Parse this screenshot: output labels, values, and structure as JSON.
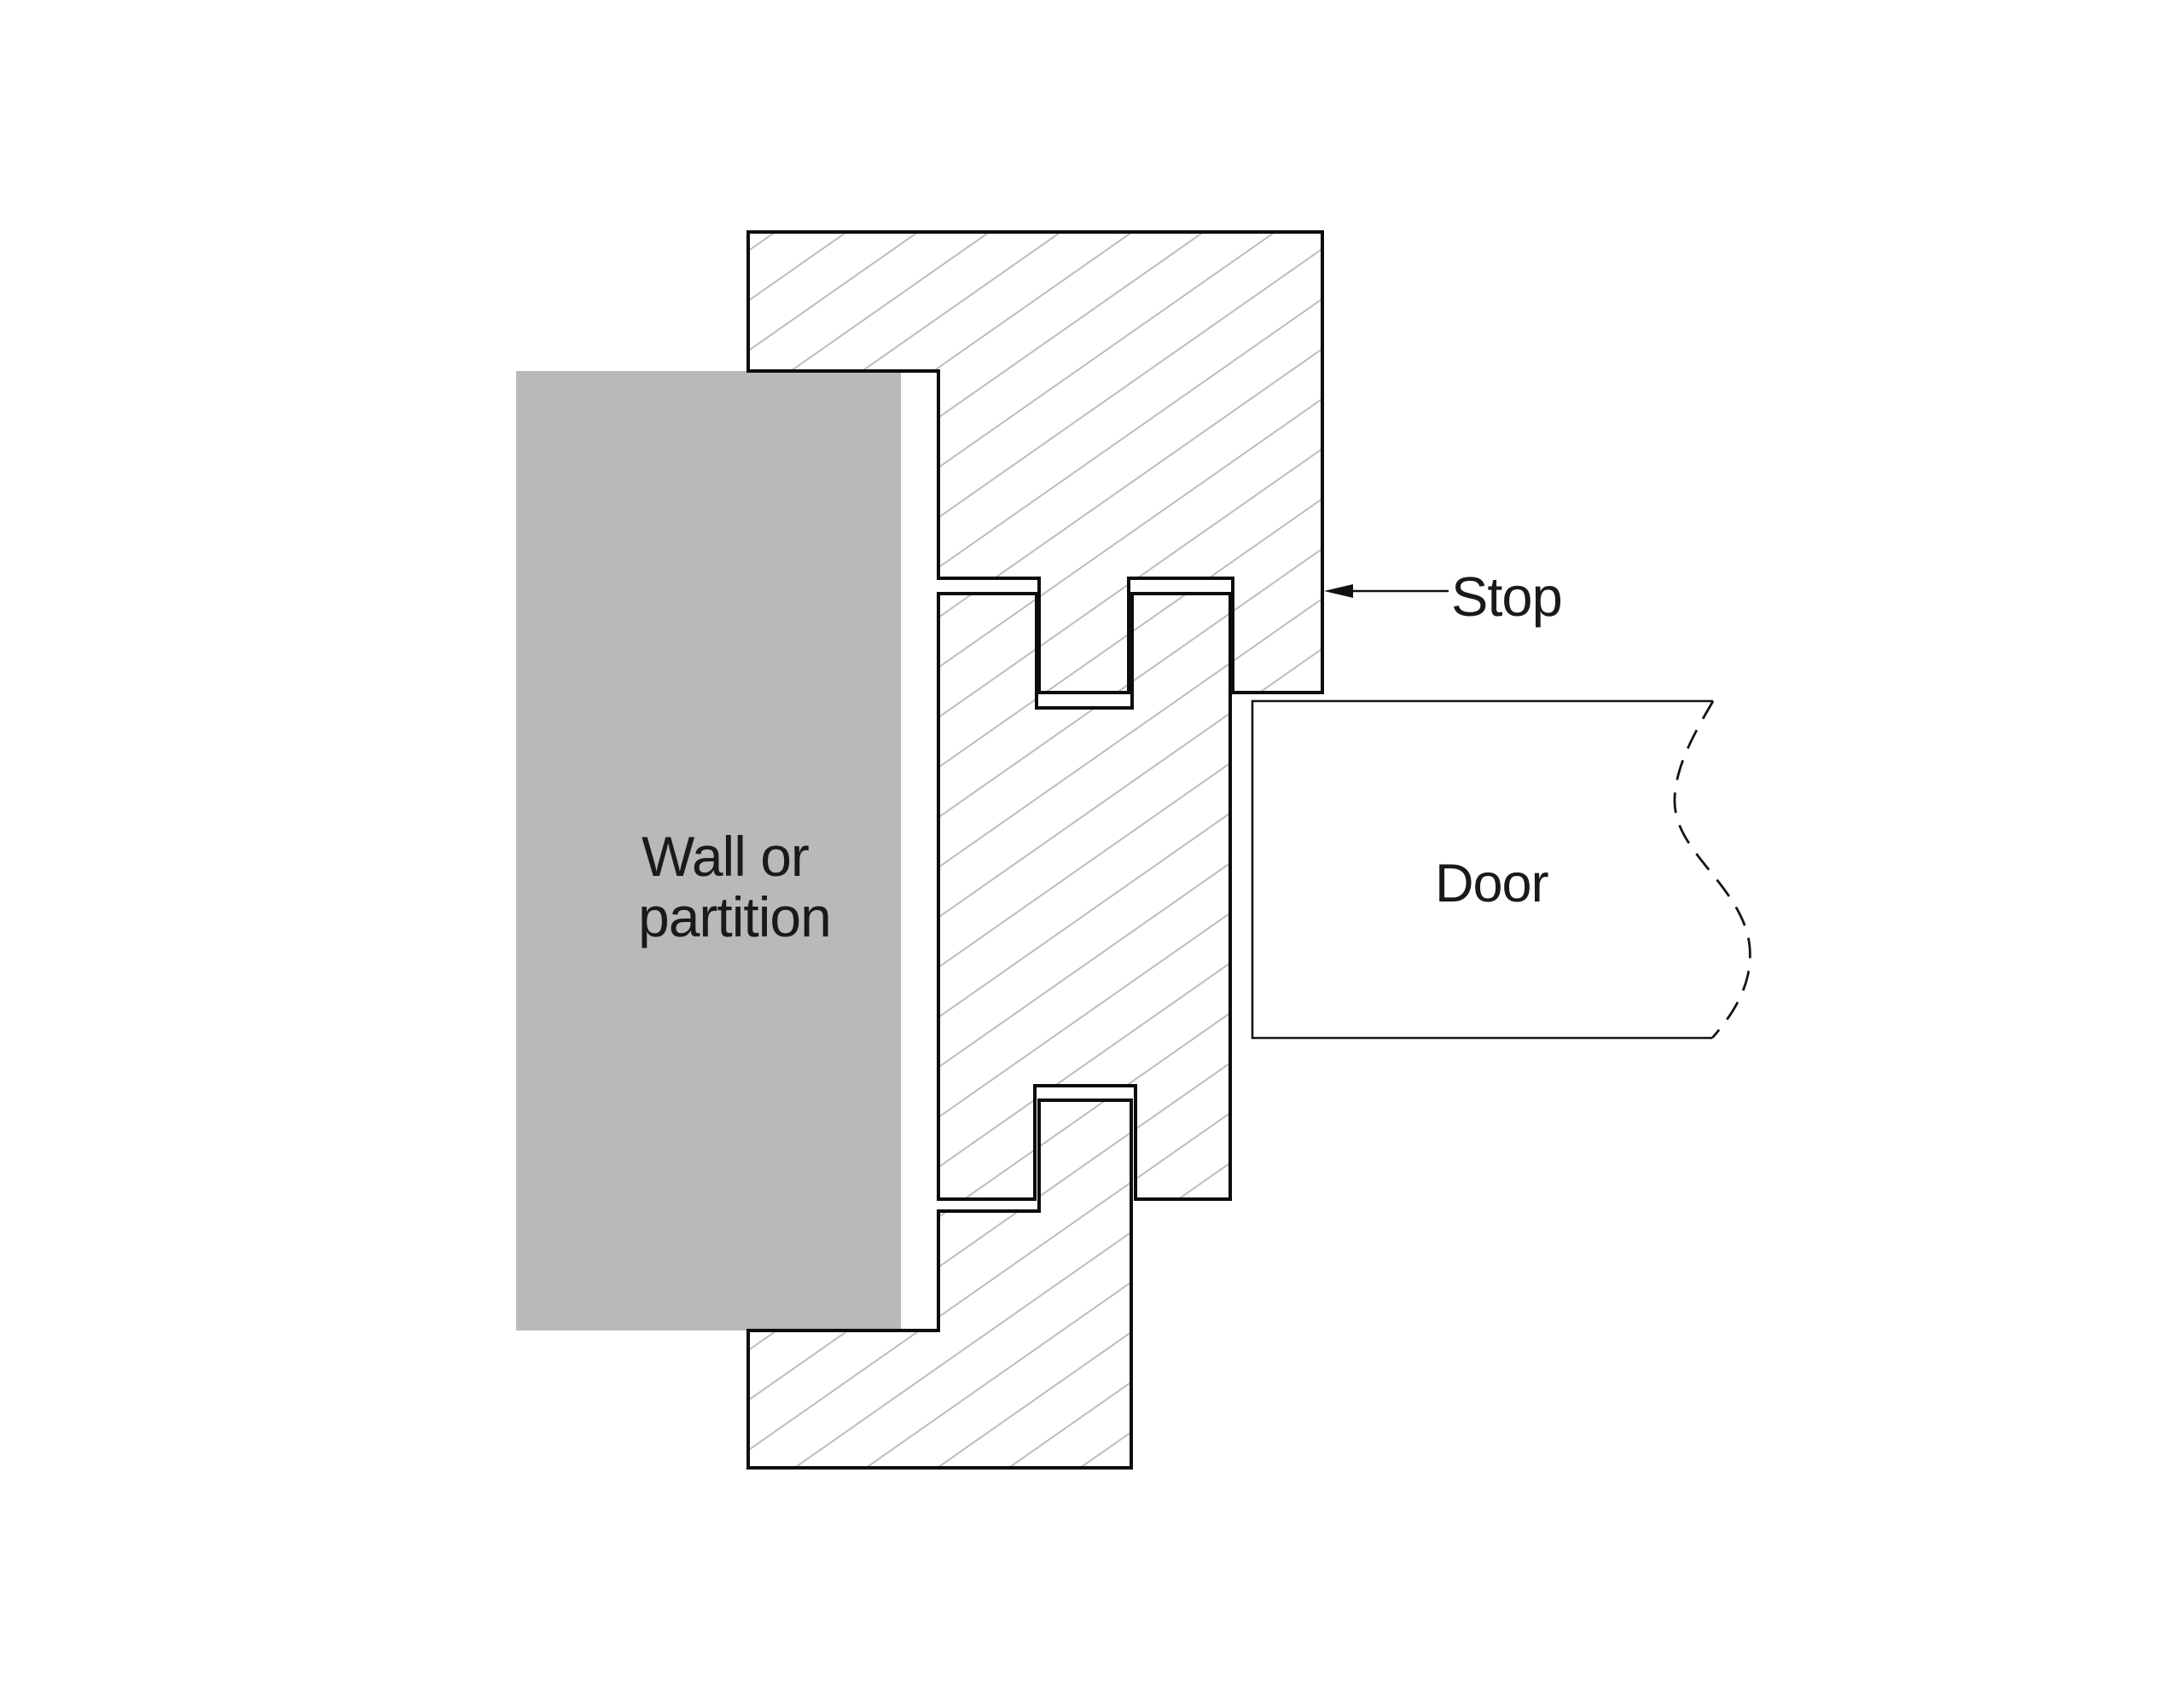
{
  "diagram": {
    "wall_label_line1": "Wall or",
    "wall_label_line2": "partition",
    "stop_label": "Stop",
    "door_label": "Door",
    "colors": {
      "background": "#ffffff",
      "wall_fill": "#b9b9b9",
      "outline": "#0d0d0d",
      "hatch_line": "#bdbdbd",
      "text": "#1a1a1a"
    }
  }
}
